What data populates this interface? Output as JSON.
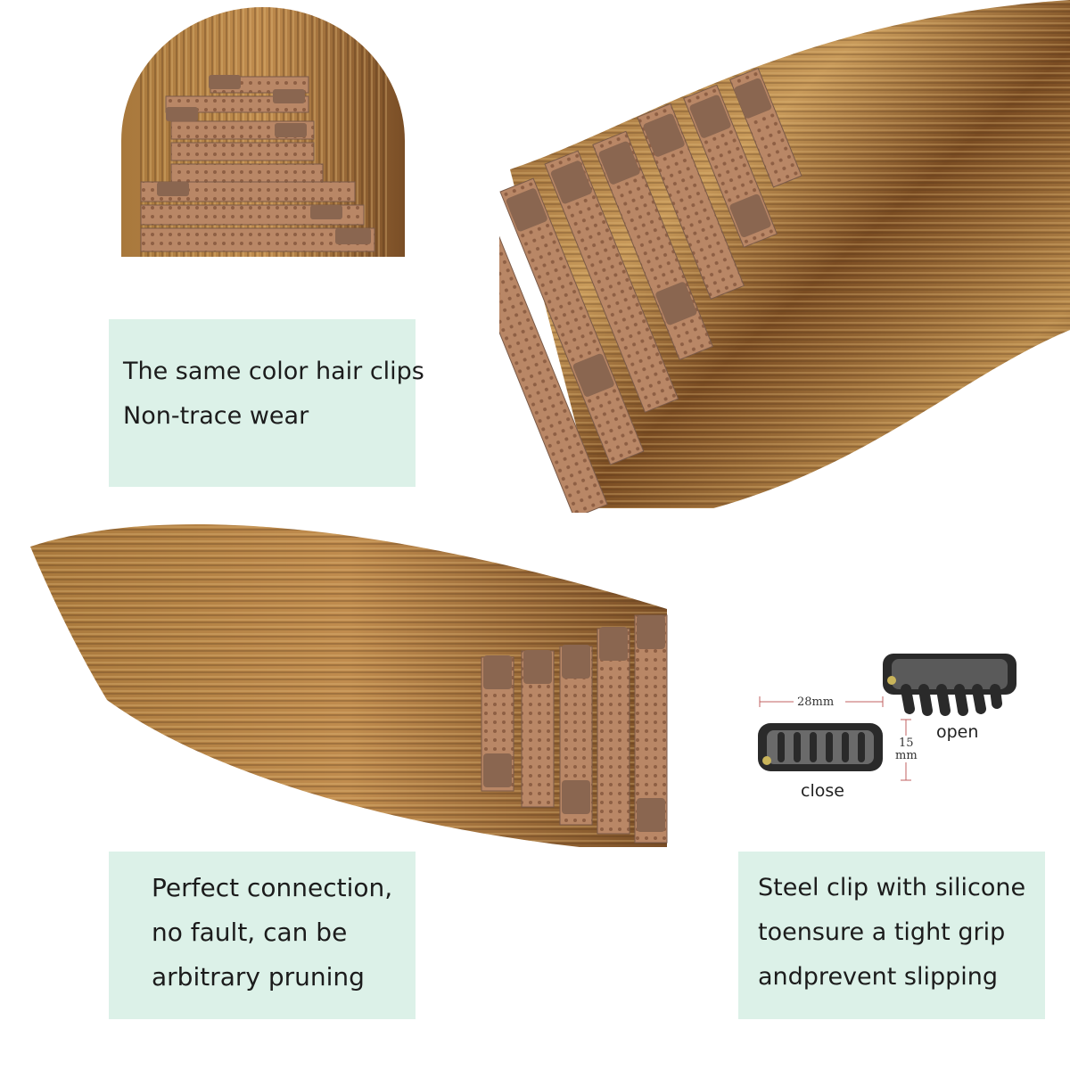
{
  "colors": {
    "panel_bg": "#dcf1e8",
    "hair_dark": "#6a4420",
    "hair_mid": "#9a6a34",
    "hair_light": "#c89a5a",
    "clip_lace": "#b98766",
    "clip_metal": "#7a5a48"
  },
  "panels": {
    "top_left": {
      "lines": [
        "The same color hair clips",
        "Non-trace wear"
      ]
    },
    "bottom_left": {
      "lines": [
        "Perfect connection,",
        "no fault, can be",
        "arbitrary pruning"
      ]
    },
    "bottom_right": {
      "lines": [
        "Steel clip with silicone",
        "toensure a tight grip",
        "andprevent slipping"
      ]
    }
  },
  "clip_diagram": {
    "width_label": "28mm",
    "height_value": "15",
    "height_unit": "mm",
    "open_label": "open",
    "close_label": "close"
  },
  "icons": [
    "hair-bundle-photo-icon",
    "hair-clip-open-icon",
    "hair-clip-closed-icon"
  ]
}
